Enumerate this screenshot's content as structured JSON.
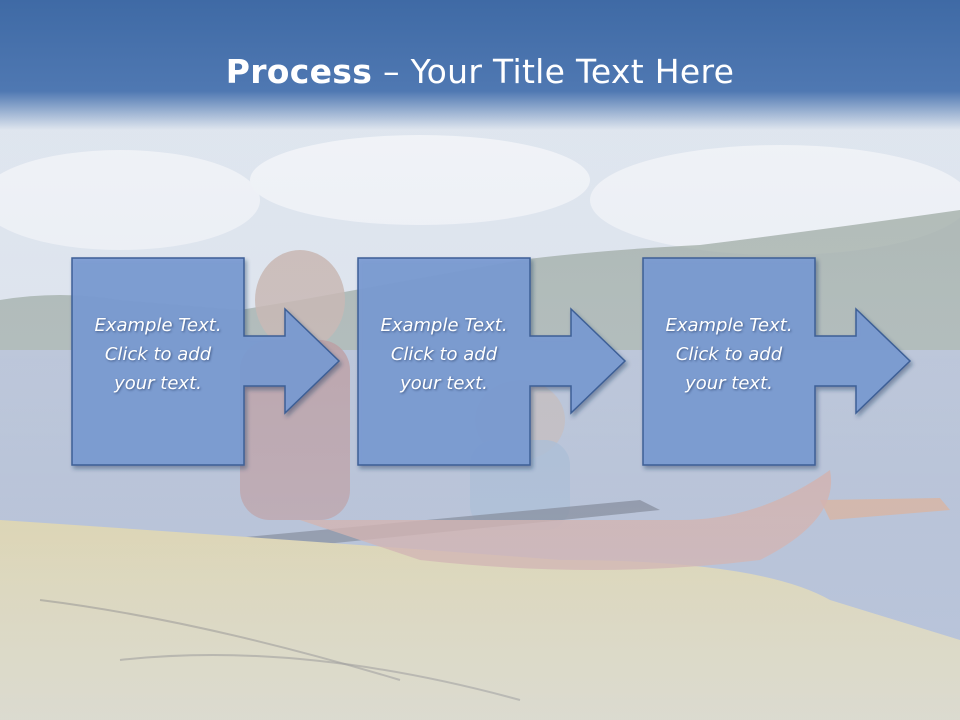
{
  "title": {
    "bold": "Process",
    "dash": " – ",
    "rest": "Your Title Text Here"
  },
  "steps": [
    {
      "line1": "Example Text.",
      "line2": "Click  to add",
      "line3": "your text."
    },
    {
      "line1": "Example Text.",
      "line2": "Click  to add",
      "line3": "your text."
    },
    {
      "line1": "Example Text.",
      "line2": "Click  to add",
      "line3": "your text."
    }
  ],
  "colors": {
    "title_band": "#4a74af",
    "box_fill": "#7b9bd3",
    "box_stroke": "#3e5f96",
    "text": "#ffffff"
  },
  "background_image": "kayakers-on-lake-photo"
}
